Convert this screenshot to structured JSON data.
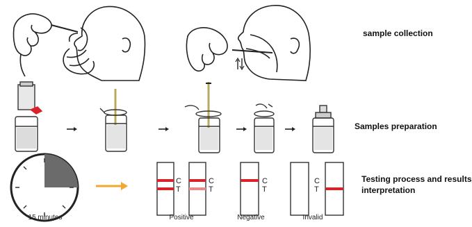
{
  "steps": {
    "collection": "sample collection",
    "preparation": "Samples preparation",
    "testing_line1": "Testing process and results",
    "testing_line2": "interpretation"
  },
  "timer": {
    "caption": "15 minutes"
  },
  "results": {
    "control_mark": "C",
    "test_mark": "T",
    "positive": "Positive",
    "negative": "Negative",
    "invalid": "Invalid"
  },
  "icons": [
    "nasal-swab-icon",
    "throat-swab-icon",
    "tube-icon",
    "dropper-icon",
    "clock-icon",
    "arrow-icon",
    "test-cassette-icon"
  ],
  "colors": {
    "band": "#d8232a",
    "faint_band": "#e88a8a",
    "arrow": "#f0a830",
    "clock_fill": "#6b6b6b"
  }
}
